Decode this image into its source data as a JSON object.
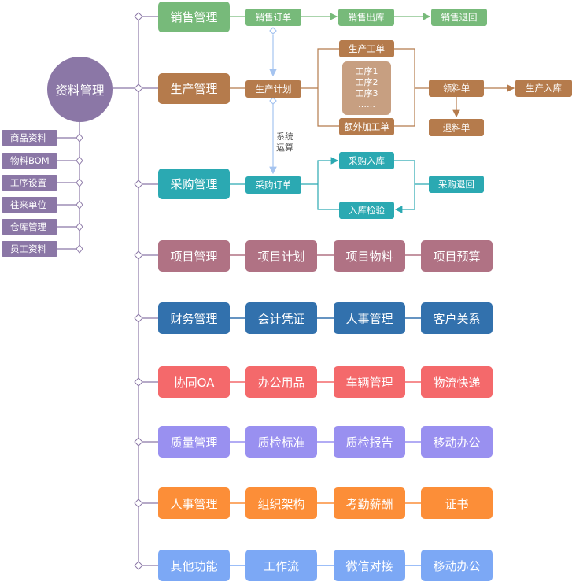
{
  "center": "资料管理",
  "left_items": [
    "商品资料",
    "物料BOM",
    "工序设置",
    "往来单位",
    "仓库管理",
    "员工资料"
  ],
  "sales": {
    "main": "销售管理",
    "order": "销售订单",
    "out": "销售出库",
    "ret": "销售退回"
  },
  "production": {
    "main": "生产管理",
    "plan": "生产计划",
    "work_order": "生产工单",
    "processes": [
      "工序1",
      "工序2",
      "工序3",
      "……"
    ],
    "extra": "额外加工单",
    "pick": "领料单",
    "return": "退料单",
    "in": "生产入库",
    "note": [
      "系统",
      "运算"
    ]
  },
  "purchase": {
    "main": "采购管理",
    "order": "采购订单",
    "in": "采购入库",
    "check": "入库检验",
    "ret": "采购退回"
  },
  "rows": [
    {
      "items": [
        "项目管理",
        "项目计划",
        "项目物料",
        "项目预算"
      ],
      "color": "#b07284"
    },
    {
      "items": [
        "财务管理",
        "会计凭证",
        "人事管理",
        "客户关系"
      ],
      "color": "#3271ad"
    },
    {
      "items": [
        "协同OA",
        "办公用品",
        "车辆管理",
        "物流快递"
      ],
      "color": "#f4696b"
    },
    {
      "items": [
        "质量管理",
        "质检标准",
        "质检报告",
        "移动办公"
      ],
      "color": "#9990f0"
    },
    {
      "items": [
        "人事管理",
        "组织架构",
        "考勤薪酬",
        "证书"
      ],
      "color": "#fc8e38"
    },
    {
      "items": [
        "其他功能",
        "工作流",
        "微信对接",
        "移动办公"
      ],
      "color": "#7ca8f5"
    }
  ],
  "colors": {
    "sales": "#77ba7a",
    "production": "#b57b4c",
    "purchase": "#2ba9b2",
    "left": "#8b77a6",
    "line": "#8b77a6"
  }
}
